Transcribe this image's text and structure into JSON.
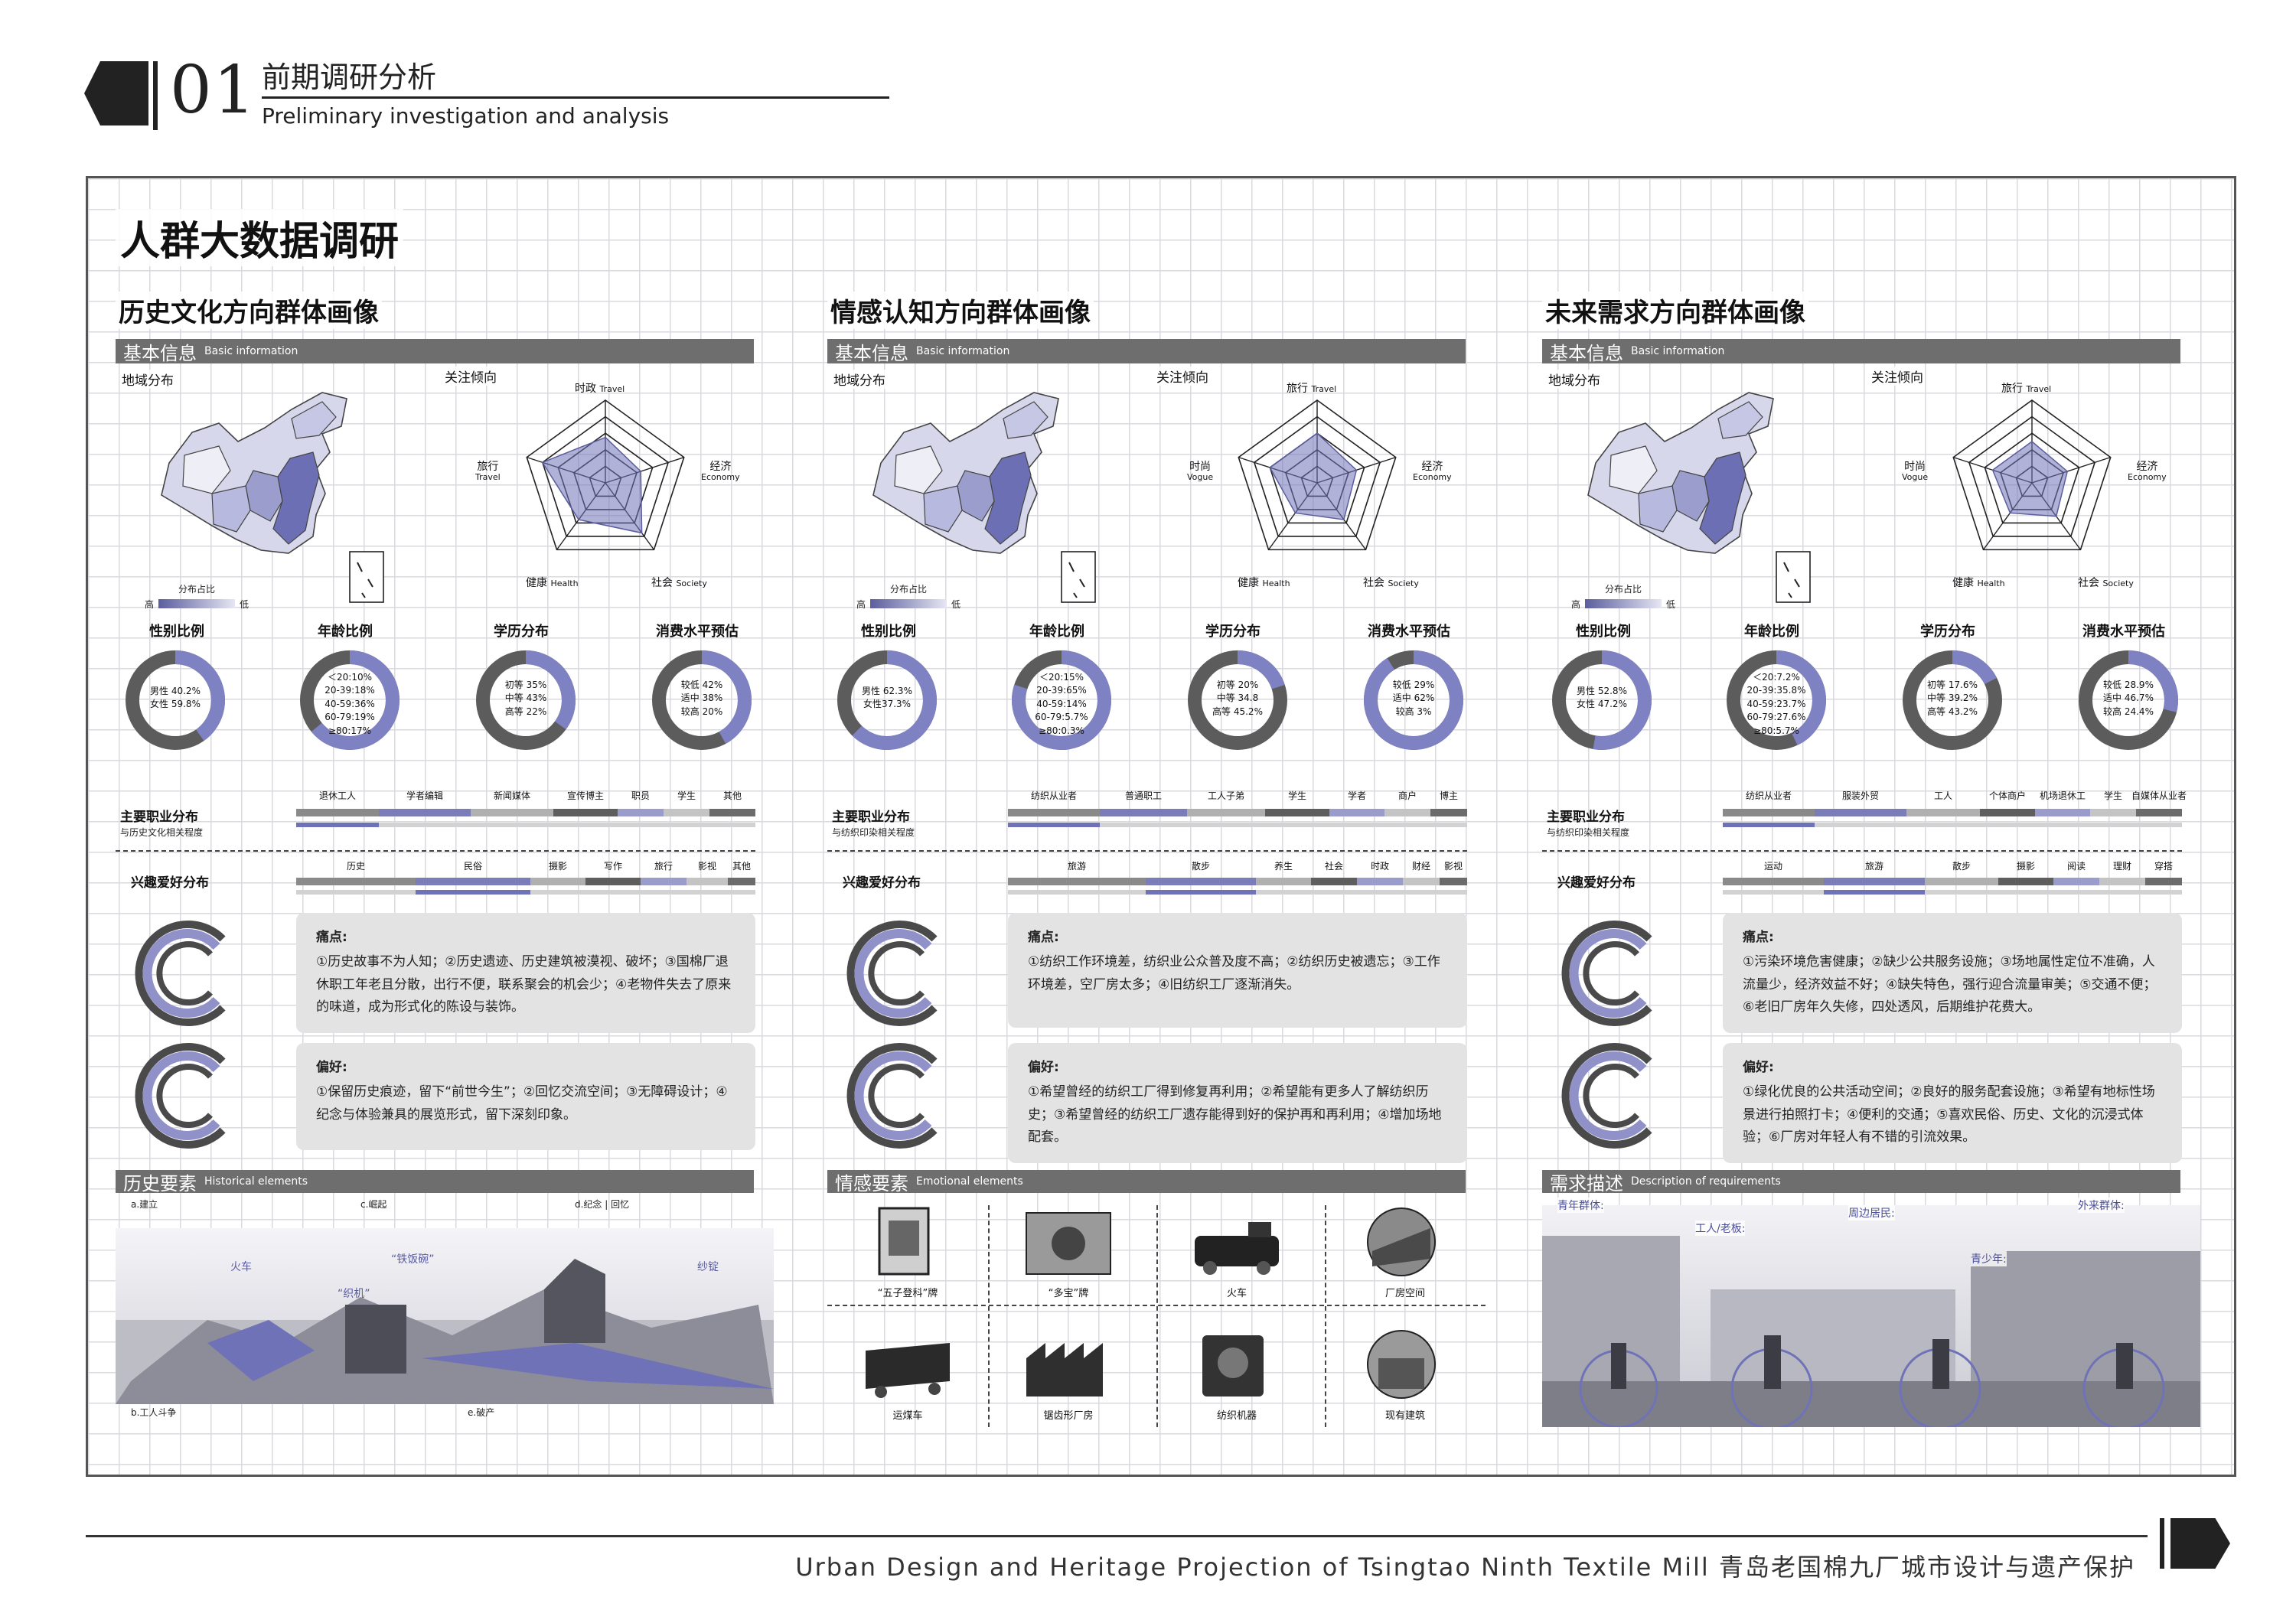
{
  "header": {
    "number": "01",
    "title_cn": "前期调研分析",
    "title_en": "Preliminary investigation and analysis"
  },
  "board_title": "人群大数据调研",
  "colors": {
    "accent": "#7073b8",
    "grey_band": "#6e6e6e",
    "dark": "#4a4a4a",
    "box": "#e3e3e3"
  },
  "common": {
    "basic_cn": "基本信息",
    "basic_en": "Basic information",
    "map_label": "地域分布",
    "focus_label": "关注倾向",
    "legend_title": "分布占比",
    "legend_hi": "高",
    "legend_lo": "低",
    "gender": "性别比例",
    "age": "年龄比例",
    "edu": "学历分布",
    "consume": "消费水平预估",
    "occupation": "主要职业分布",
    "hobby": "兴趣爱好分布",
    "pain": "痛点:",
    "pref": "偏好:"
  },
  "columns": [
    {
      "title": "历史文化方向群体画像",
      "radar": {
        "top": "时政",
        "top_en": "Travel",
        "right": "经济",
        "right_en": "Economy",
        "bottom_right": "社会",
        "bottom_right_en": "Society",
        "bottom_left": "健康",
        "bottom_left_en": "Health",
        "left": "旅行",
        "left_en": "Travel",
        "values": [
          0.55,
          0.45,
          0.75,
          0.55,
          0.8
        ]
      },
      "age_title": "年龄比例",
      "gender": {
        "male": "男性 40.2%",
        "female": "女性 59.8%",
        "value": 0.402
      },
      "age": {
        "lines": [
          "＜20:10%",
          "20-39:18%",
          "40-59:36%",
          "60-79:19%",
          "≥80:17%"
        ],
        "value": 0.64
      },
      "edu": {
        "lines": [
          "初等 35%",
          "中等 43%",
          "高等 22%"
        ],
        "value": 0.35
      },
      "consume": {
        "lines": [
          "较低 42%",
          "适中 38%",
          "较高 20%"
        ],
        "value": 0.42
      },
      "occupation_sub": "与历史文化相关程度",
      "occupation_labels": [
        "退休工人",
        "学者编辑",
        "新闻媒体",
        "宣传博主",
        "职员",
        "学生",
        "其他"
      ],
      "occupation_shares": [
        0.18,
        0.2,
        0.18,
        0.14,
        0.1,
        0.1,
        0.1
      ],
      "hobby_labels": [
        "历史",
        "民俗",
        "摄影",
        "写作",
        "旅行",
        "影视",
        "其他"
      ],
      "hobby_shares": [
        0.26,
        0.25,
        0.12,
        0.12,
        0.1,
        0.09,
        0.06
      ],
      "pain_text": "①历史故事不为人知；②历史遗迹、历史建筑被漠视、破坏；③国棉厂退休职工年老且分散，出行不便，联系聚会的机会少；④老物件失去了原来的味道，成为形式化的陈设与装饰。",
      "pref_text": "①保留历史痕迹，留下“前世今生”；②回忆交流空间；③无障碍设计；④纪念与体验兼具的展览形式，留下深刻印象。",
      "bottom_cn": "历史要素",
      "bottom_en": "Historical elements",
      "collage_labels": [
        "a.建立",
        "c.崛起",
        "d.纪念 | 回忆",
        "b.工人斗争",
        "e.破产"
      ],
      "collage_tags": [
        "火车",
        "“铁饭碗”",
        "“织机”",
        "纱锭"
      ]
    },
    {
      "title": "情感认知方向群体画像",
      "radar": {
        "top": "旅行",
        "top_en": "Travel",
        "right": "经济",
        "right_en": "Economy",
        "bottom_right": "社会",
        "bottom_right_en": "Society",
        "bottom_left": "健康",
        "bottom_left_en": "Health",
        "left": "时尚",
        "left_en": "Vogue",
        "values": [
          0.6,
          0.5,
          0.55,
          0.45,
          0.6
        ]
      },
      "age_title": "年龄比例",
      "gender": {
        "male": "男性 62.3%",
        "female": "女性37.3%",
        "value": 0.623
      },
      "age": {
        "lines": [
          "＜20:15%",
          "20-39:65%",
          "40-59:14%",
          "60-79:5.7%",
          "≥80:0.3%"
        ],
        "value": 0.8
      },
      "edu": {
        "lines": [
          "初等 20%",
          "中等 34.8",
          "高等 45.2%"
        ],
        "value": 0.2
      },
      "consume": {
        "lines": [
          "较低 29%",
          "适中 62%",
          "较高 3%"
        ],
        "value": 0.91
      },
      "occupation_sub": "与纺织印染相关程度",
      "occupation_labels": [
        "纺织从业者",
        "普通职工",
        "工人子弟",
        "学生",
        "学者",
        "商户",
        "博主"
      ],
      "occupation_shares": [
        0.2,
        0.19,
        0.17,
        0.14,
        0.12,
        0.1,
        0.08
      ],
      "hobby_labels": [
        "旅游",
        "散步",
        "养生",
        "社会",
        "时政",
        "财经",
        "影视"
      ],
      "hobby_shares": [
        0.3,
        0.24,
        0.12,
        0.1,
        0.1,
        0.08,
        0.06
      ],
      "pain_text": "①纺织工作环境差，纺织业公众普及度不高；②纺织历史被遗忘；③工作环境差，空厂房太多；④旧纺织工厂逐渐消失。",
      "pref_text": "①希望曾经的纺织工厂得到修复再利用；②希望能有更多人了解纺织历史；③希望曾经的纺织工厂遗存能得到好的保护再和再利用；④增加场地配套。",
      "bottom_cn": "情感要素",
      "bottom_en": "Emotional elements",
      "items": [
        "“五子登科”牌",
        "“多宝”牌",
        "火车",
        "厂房空间",
        "运煤车",
        "锯齿形厂房",
        "纺织机器",
        "现有建筑"
      ]
    },
    {
      "title": "未来需求方向群体画像",
      "radar": {
        "top": "旅行",
        "top_en": "Travel",
        "right": "经济",
        "right_en": "Economy",
        "bottom_right": "社会",
        "bottom_right_en": "Society",
        "bottom_left": "健康",
        "bottom_left_en": "Health",
        "left": "时尚",
        "left_en": "Vogue",
        "values": [
          0.5,
          0.45,
          0.5,
          0.45,
          0.5
        ]
      },
      "age_title": "年龄比例",
      "gender": {
        "male": "男性 52.8%",
        "female": "女性 47.2%",
        "value": 0.528
      },
      "age": {
        "lines": [
          "＜20:7.2%",
          "20-39:35.8%",
          "40-59:23.7%",
          "60-79:27.6%",
          "≥80:5.7%"
        ],
        "value": 0.43
      },
      "edu": {
        "lines": [
          "初等 17.6%",
          "中等 39.2%",
          "高等 43.2%"
        ],
        "value": 0.176
      },
      "consume": {
        "lines": [
          "较低 28.9%",
          "适中 46.7%",
          "较高 24.4%"
        ],
        "value": 0.289
      },
      "occupation_sub": "与纺织印染相关程度",
      "occupation_labels": [
        "纺织从业者",
        "服装外贸",
        "工人",
        "个体商户",
        "机场退休工",
        "学生",
        "自媒体从业者"
      ],
      "occupation_shares": [
        0.2,
        0.2,
        0.16,
        0.12,
        0.12,
        0.1,
        0.1
      ],
      "hobby_labels": [
        "运动",
        "旅游",
        "散步",
        "摄影",
        "阅读",
        "理财",
        "穿搭"
      ],
      "hobby_shares": [
        0.22,
        0.22,
        0.16,
        0.12,
        0.1,
        0.1,
        0.08
      ],
      "pain_text": "①污染环境危害健康；②缺少公共服务设施；③场地属性定位不准确，人流量少，经济效益不好；④缺失特色，强行迎合流量审美；⑤交通不便；⑥老旧厂房年久失修，四处透风，后期维护花费大。",
      "pref_text": "①绿化优良的公共活动空间；②良好的服务配套设施；③希望有地标性场景进行拍照打卡；④便利的交通；⑤喜欢民俗、历史、文化的沉浸式体验；⑥厂房对年轻人有不错的引流效果。",
      "bottom_cn": "需求描述",
      "bottom_en": "Description of requirements",
      "callouts": [
        "青年群体:",
        "工人/老板:",
        "周边居民:",
        "青少年:",
        "外来群体:"
      ]
    }
  ],
  "footer": "Urban Design and Heritage Projection of Tsingtao Ninth Textile Mill   青岛老国棉九厂城市设计与遗产保护"
}
